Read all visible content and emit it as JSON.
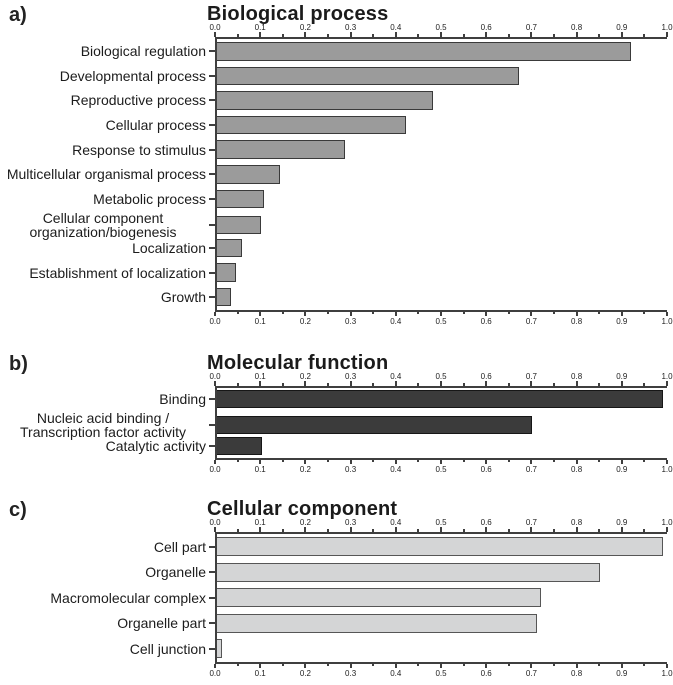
{
  "chart_data": [
    {
      "type": "bar",
      "orientation": "horizontal",
      "panel_label": "a)",
      "title": "Biological process",
      "categories": [
        "Biological regulation",
        "Developmental process",
        "Reproductive process",
        "Cellular process",
        "Response to stimulus",
        "Multicellular organismal process",
        "Metabolic process",
        "Cellular component organization/biogenesis",
        "Localization",
        "Establishment of localization",
        "Growth"
      ],
      "values": [
        0.92,
        0.67,
        0.48,
        0.42,
        0.285,
        0.14,
        0.105,
        0.097,
        0.055,
        0.042,
        0.032
      ],
      "xlim": [
        0,
        1
      ],
      "tick_labels": [
        "0.0",
        "0.1",
        "0.2",
        "0.3",
        "0.4",
        "0.5",
        "0.6",
        "0.7",
        "0.8",
        "0.9",
        "1.0"
      ],
      "minor_tick_step": 0.05,
      "axes_shown": [
        "top",
        "bottom"
      ],
      "grid": false,
      "bar_color": "#9b9b9b",
      "bar_border_color": "#3a3a3a"
    },
    {
      "type": "bar",
      "orientation": "horizontal",
      "panel_label": "b)",
      "title": "Molecular function",
      "categories": [
        "Binding",
        "Nucleic acid binding / Transcription factor activity",
        "Catalytic activity"
      ],
      "values": [
        0.99,
        0.7,
        0.1
      ],
      "xlim": [
        0,
        1
      ],
      "tick_labels": [
        "0.0",
        "0.1",
        "0.2",
        "0.3",
        "0.4",
        "0.5",
        "0.6",
        "0.7",
        "0.8",
        "0.9",
        "1.0"
      ],
      "minor_tick_step": 0.05,
      "axes_shown": [
        "top",
        "bottom"
      ],
      "grid": false,
      "bar_color": "#3b3b3b",
      "bar_border_color": "#161616"
    },
    {
      "type": "bar",
      "orientation": "horizontal",
      "panel_label": "c)",
      "title": "Cellular component",
      "categories": [
        "Cell part",
        "Organelle",
        "Macromolecular complex",
        "Organelle part",
        "Cell junction"
      ],
      "values": [
        0.99,
        0.85,
        0.72,
        0.71,
        0.012
      ],
      "xlim": [
        0,
        1
      ],
      "tick_labels": [
        "0.0",
        "0.1",
        "0.2",
        "0.3",
        "0.4",
        "0.5",
        "0.6",
        "0.7",
        "0.8",
        "0.9",
        "1.0"
      ],
      "minor_tick_step": 0.05,
      "axes_shown": [
        "top",
        "bottom"
      ],
      "grid": false,
      "bar_color": "#d4d5d6",
      "bar_border_color": "#565656"
    }
  ]
}
